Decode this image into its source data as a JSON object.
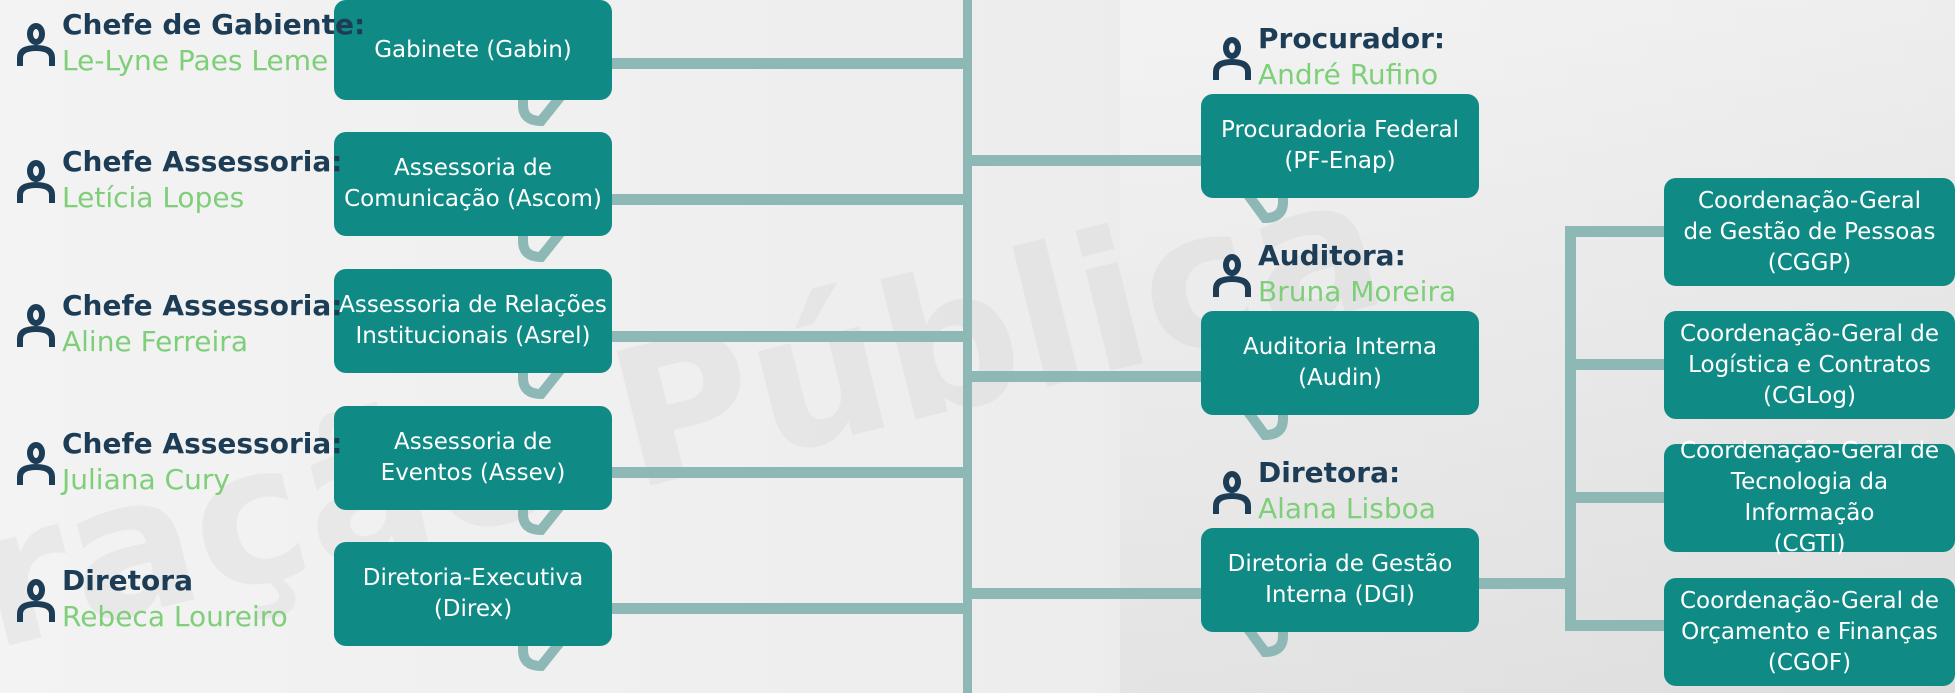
{
  "watermark": "ração Pública",
  "left": [
    {
      "role": "Chefe de Gabiente:",
      "name": "Le-Lyne Paes Leme",
      "unit": "Gabinete (Gabin)"
    },
    {
      "role": "Chefe Assessoria:",
      "name": "Letícia Lopes",
      "unit": "Assessoria de\nComunicação (Ascom)"
    },
    {
      "role": "Chefe Assessoria:",
      "name": "Aline Ferreira",
      "unit": "Assessoria de Relações\nInstitucionais (Asrel)"
    },
    {
      "role": "Chefe Assessoria:",
      "name": "Juliana Cury",
      "unit": "Assessoria de\nEventos (Assev)"
    },
    {
      "role": "Diretora",
      "name": "Rebeca Loureiro",
      "unit": "Diretoria-Executiva\n(Direx)"
    }
  ],
  "middle": [
    {
      "role": "Procurador:",
      "name": "André Rufino",
      "unit": "Procuradoria Federal\n(PF-Enap)"
    },
    {
      "role": "Auditora:",
      "name": "Bruna Moreira",
      "unit": "Auditoria Interna\n(Audin)"
    },
    {
      "role": "Diretora:",
      "name": "Alana Lisboa",
      "unit": "Diretoria de Gestão\nInterna (DGI)"
    }
  ],
  "right": [
    {
      "unit": "Coordenação-Geral\nde Gestão de Pessoas\n(CGGP)"
    },
    {
      "unit": "Coordenação-Geral de\nLogística e Contratos\n(CGLog)"
    },
    {
      "unit": "Coordenação-Geral de\nTecnologia da Informação\n(CGTI)"
    },
    {
      "unit": "Coordenação-Geral de\nOrçamento e Finanças\n(CGOF)"
    }
  ],
  "colors": {
    "box": "#108a84",
    "line": "#8db8b5",
    "title": "#1d3d56",
    "name": "#7fcf7a"
  }
}
